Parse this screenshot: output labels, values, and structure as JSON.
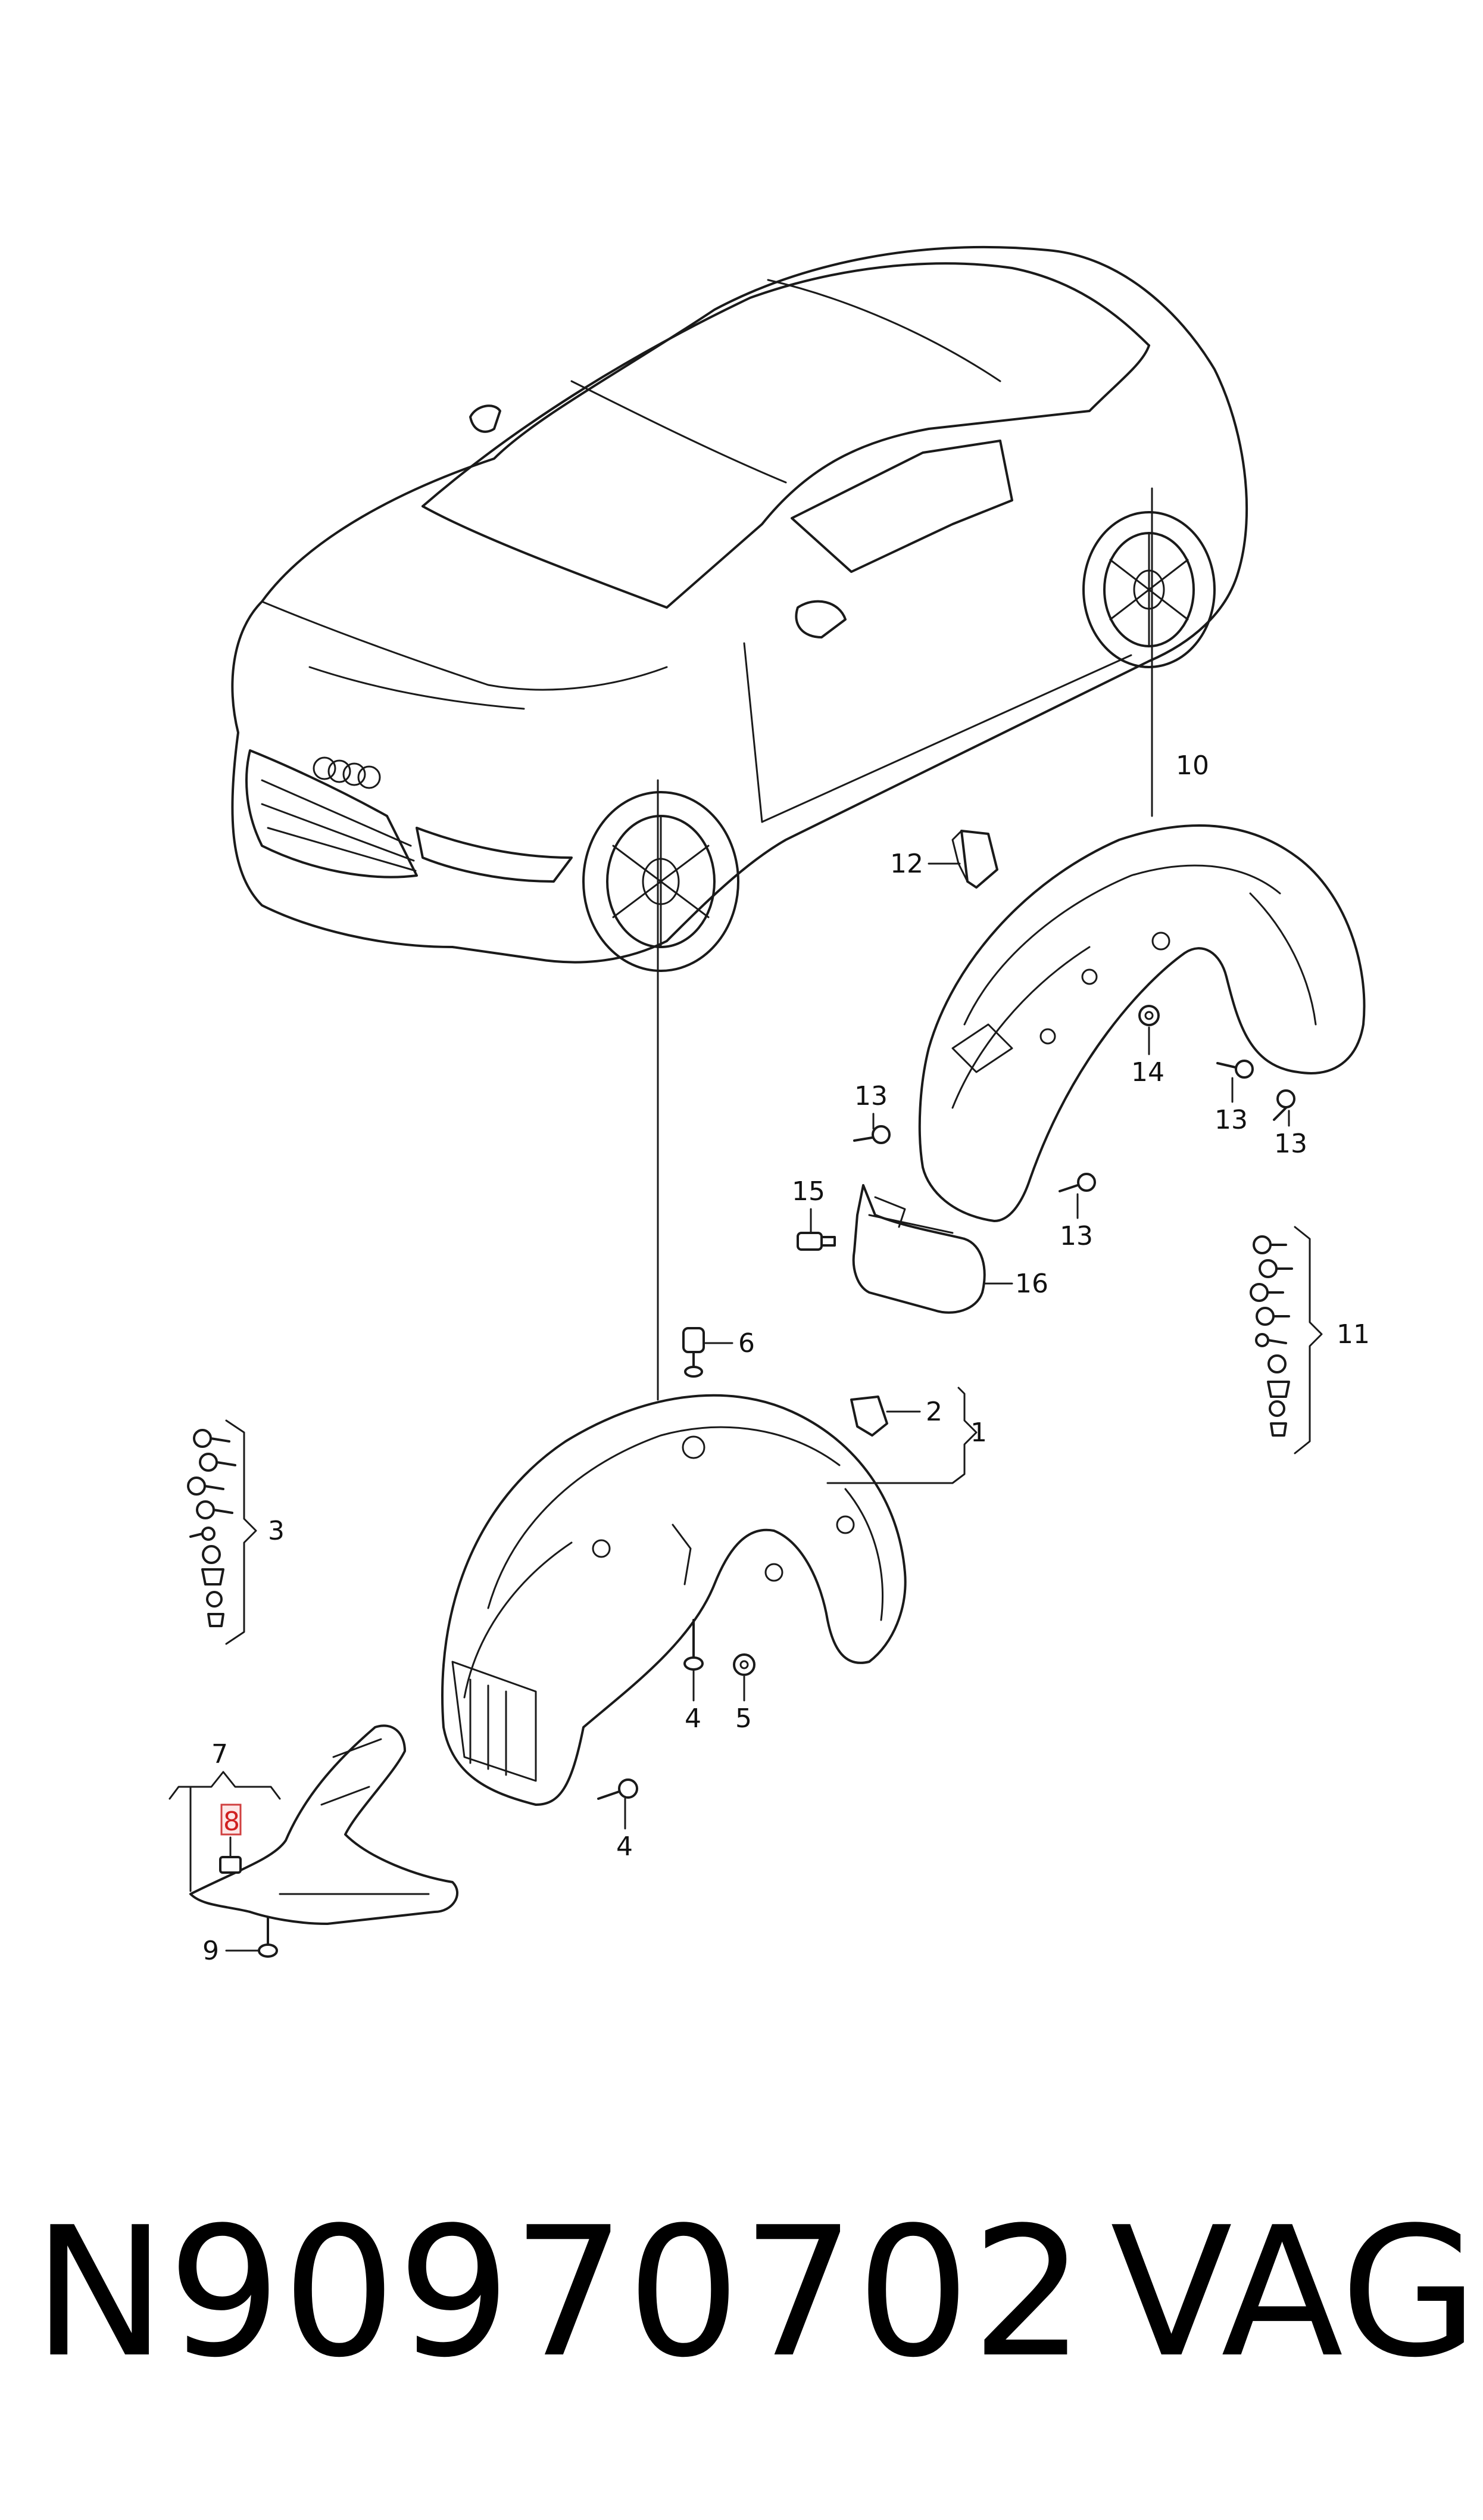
{
  "diagram": {
    "callouts": {
      "c1": "1",
      "c2": "2",
      "c3": "3",
      "c4a": "4",
      "c4b": "4",
      "c5": "5",
      "c6": "6",
      "c7": "7",
      "c8": "8",
      "c9": "9",
      "c10": "10",
      "c11": "11",
      "c12": "12",
      "c13a": "13",
      "c13b": "13",
      "c13c": "13",
      "c13d": "13",
      "c14": "14",
      "c15": "15",
      "c16": "16"
    },
    "highlighted_callout": "8",
    "highlight_color": "#d04040"
  },
  "footer": {
    "part_number": "N90970702",
    "brand": "VAG"
  }
}
